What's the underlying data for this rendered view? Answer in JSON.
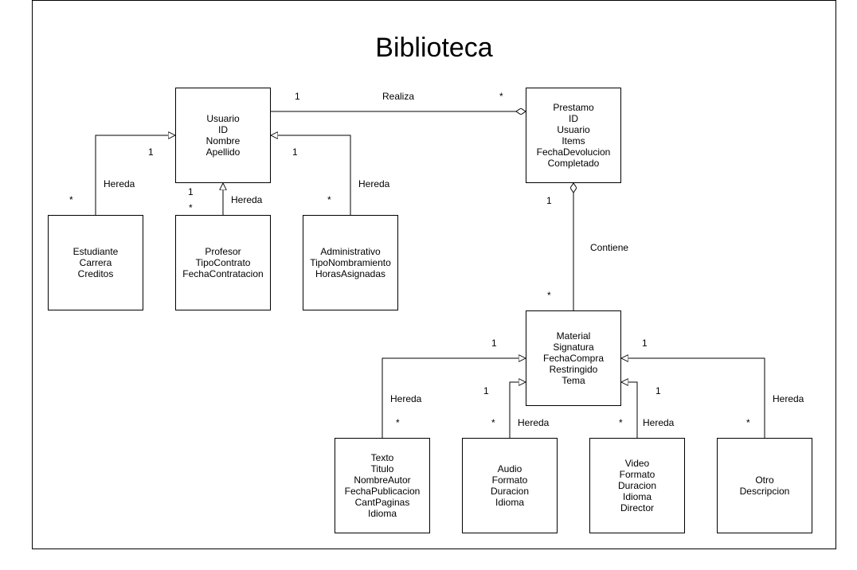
{
  "title": "Biblioteca",
  "classes": {
    "usuario": [
      "Usuario",
      "ID",
      "Nombre",
      "Apellido"
    ],
    "prestamo": [
      "Prestamo",
      "ID",
      "Usuario",
      "Items",
      "FechaDevolucion",
      "Completado"
    ],
    "estudiante": [
      "Estudiante",
      "Carrera",
      "Creditos"
    ],
    "profesor": [
      "Profesor",
      "TipoContrato",
      "FechaContratacion"
    ],
    "administrativo": [
      "Administrativo",
      "TipoNombramiento",
      "HorasAsignadas"
    ],
    "material": [
      "Material",
      "Signatura",
      "FechaCompra",
      "Restringido",
      "Tema"
    ],
    "texto": [
      "Texto",
      "Titulo",
      "NombreAutor",
      "FechaPublicacion",
      "CantPaginas",
      "Idioma"
    ],
    "audio": [
      "Audio",
      "Formato",
      "Duracion",
      "Idioma"
    ],
    "video": [
      "Video",
      "Formato",
      "Duracion",
      "Idioma",
      "Director"
    ],
    "otro": [
      "Otro",
      "Descripcion"
    ]
  },
  "labels": {
    "realiza": "Realiza",
    "contiene": "Contiene",
    "hereda": "Hereda",
    "one": "1",
    "many": "*"
  }
}
